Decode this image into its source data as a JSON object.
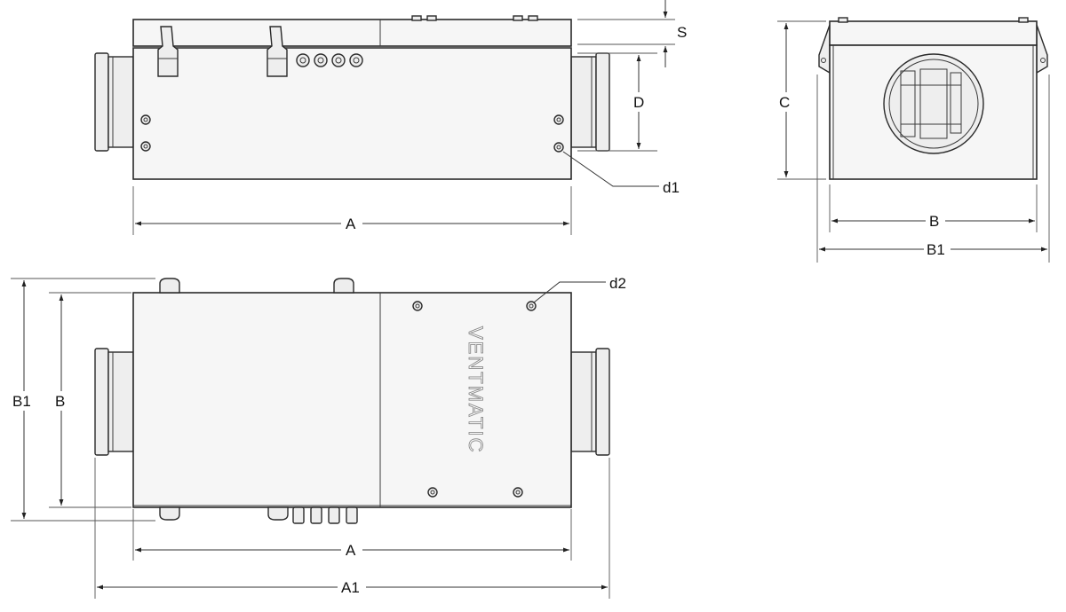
{
  "brand": "VENTMATIC",
  "dimensions": {
    "A": "A",
    "A1": "A1",
    "B": "B",
    "B1": "B1",
    "C": "C",
    "D": "D",
    "S": "S",
    "d1": "d1",
    "d2": "d2"
  }
}
